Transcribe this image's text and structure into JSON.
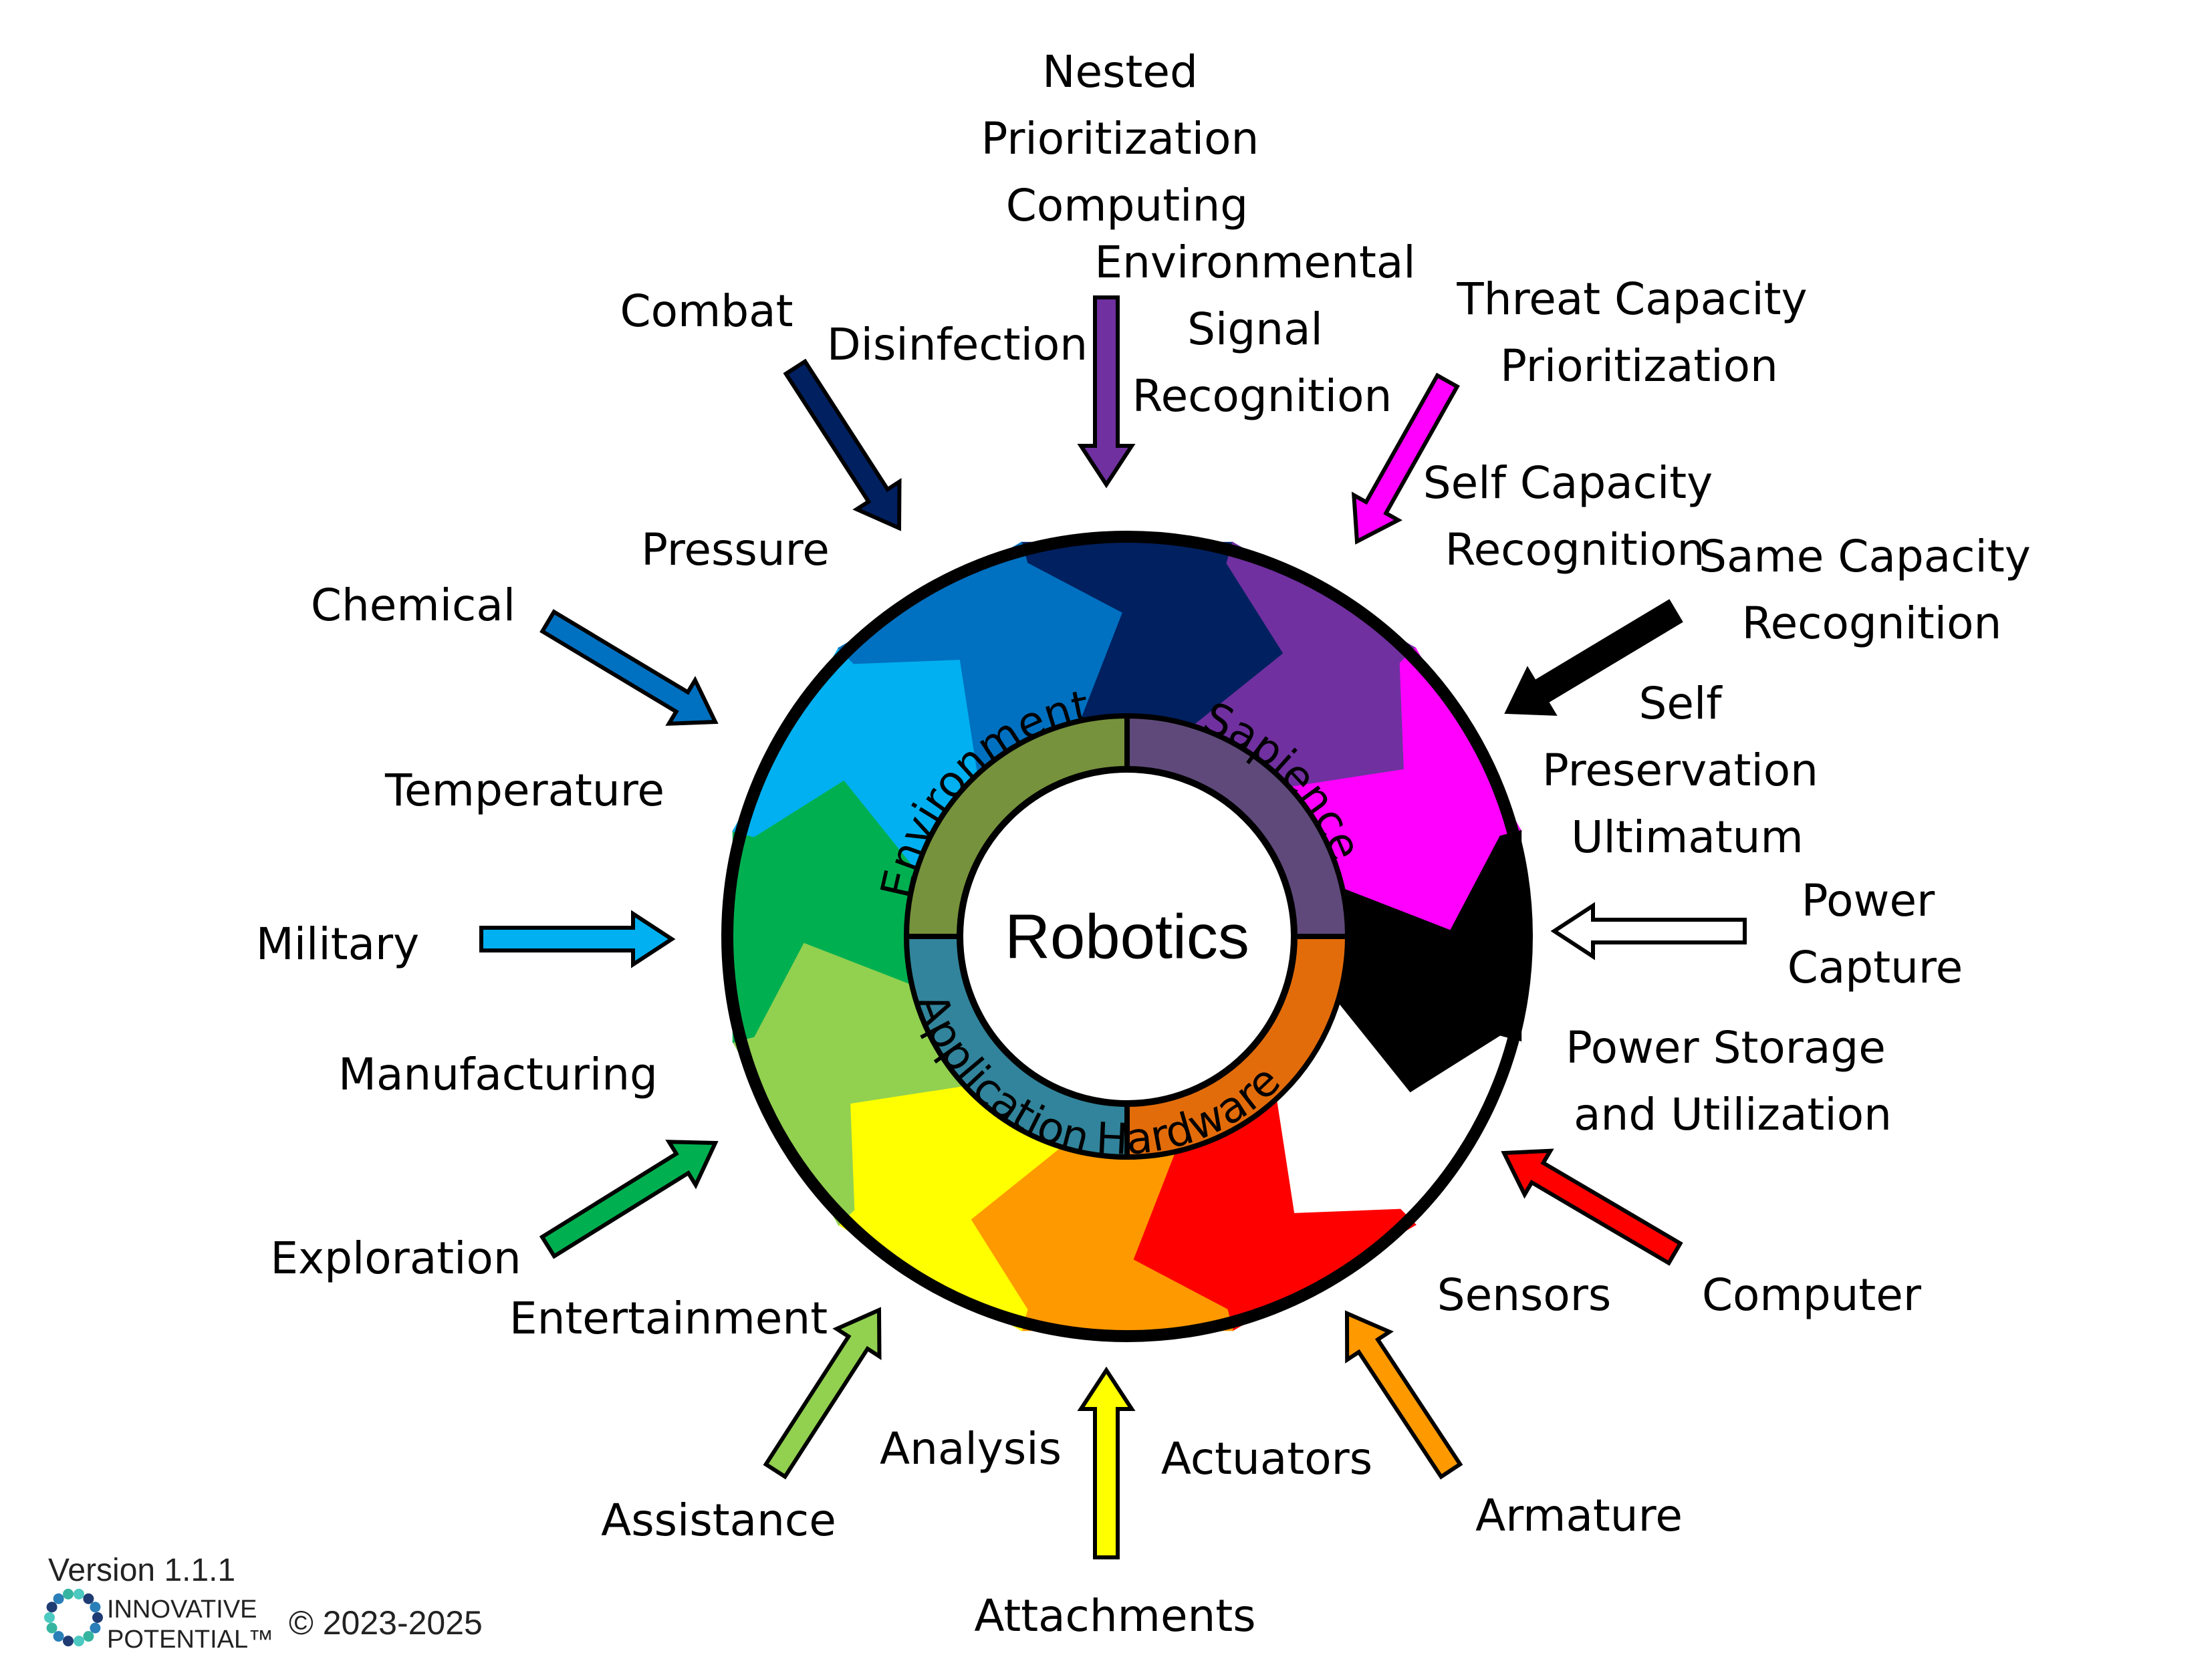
{
  "center": {
    "label": "Robotics"
  },
  "quadrants": [
    {
      "key": "environment",
      "label": "Environment",
      "color": "#76923C"
    },
    {
      "key": "sapience",
      "label": "Sapience",
      "color": "#5F497A"
    },
    {
      "key": "hardware",
      "label": "Hardware",
      "color": "#E36C0A"
    },
    {
      "key": "application",
      "label": "Application",
      "color": "#31849B"
    }
  ],
  "segments": [
    {
      "label": "Combat",
      "color": "#002060"
    },
    {
      "label": "Nested Prioritization Computing",
      "color": "#7030A0"
    },
    {
      "label": "Threat Capacity Prioritization",
      "color": "#FF00FF"
    },
    {
      "label": "Same Capacity Recognition",
      "color": "#000000"
    },
    {
      "label": "Power Capture",
      "color": "#FFFFFF"
    },
    {
      "label": "Computer",
      "color": "#FF0000"
    },
    {
      "label": "Armature",
      "color": "#FF9900"
    },
    {
      "label": "Attachments",
      "color": "#FFFF00"
    },
    {
      "label": "Assistance",
      "color": "#92D050"
    },
    {
      "label": "Exploration",
      "color": "#00B050"
    },
    {
      "label": "Military",
      "color": "#00B0F0"
    },
    {
      "label": "Chemical",
      "color": "#0070C0"
    }
  ],
  "labels": {
    "nested": [
      "Nested",
      "Prioritization",
      "Computing"
    ],
    "environmental": [
      "Environmental",
      "Signal",
      "Recognition"
    ],
    "threat": [
      "Threat Capacity",
      "Prioritization"
    ],
    "self_capacity": [
      "Self Capacity",
      "Recognition"
    ],
    "same_capacity": [
      "Same Capacity",
      "Recognition"
    ],
    "self_preservation": [
      "Self",
      "Preservation",
      "Ultimatum"
    ],
    "power_capture": [
      "Power",
      "Capture"
    ],
    "power_storage": [
      "Power Storage",
      "and Utilization"
    ],
    "computer": "Computer",
    "sensors": "Sensors",
    "armature": "Armature",
    "actuators": "Actuators",
    "attachments": "Attachments",
    "analysis": "Analysis",
    "assistance": "Assistance",
    "entertainment": "Entertainment",
    "exploration": "Exploration",
    "manufacturing": "Manufacturing",
    "military": "Military",
    "temperature": "Temperature",
    "chemical": "Chemical",
    "pressure": "Pressure",
    "combat": "Combat",
    "disinfection": "Disinfection"
  },
  "footer": {
    "version": "Version 1.1.1",
    "brand_line1": "INNOVATIVE",
    "brand_line2": "POTENTIAL™",
    "copyright": "© 2023-2025"
  }
}
